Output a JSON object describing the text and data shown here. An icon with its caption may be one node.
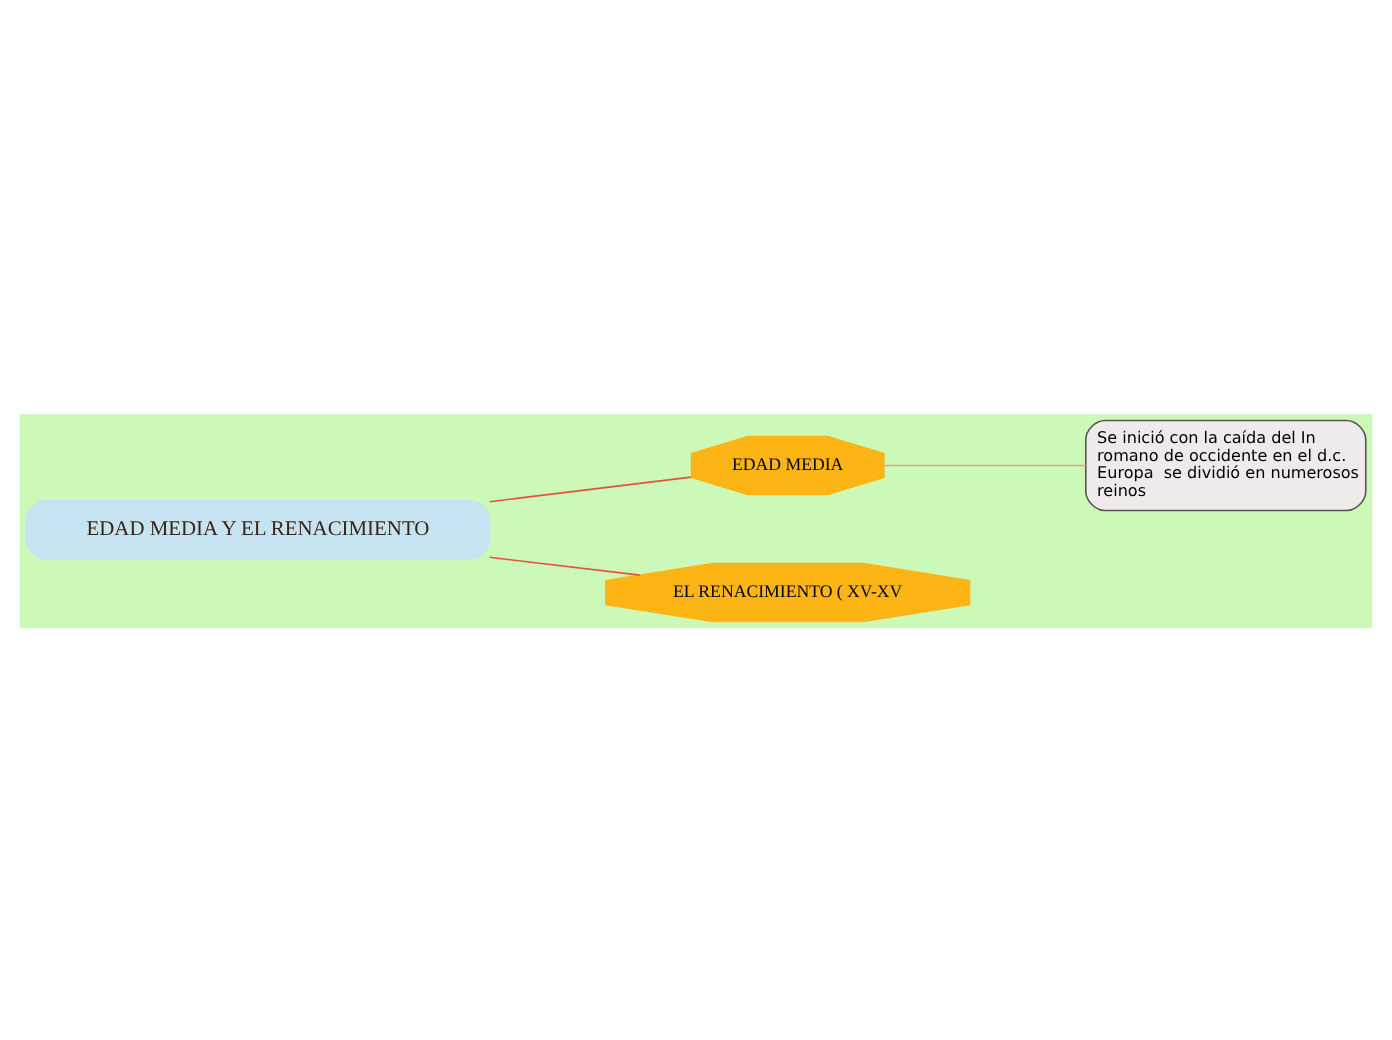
{
  "diagram": {
    "nodes": [
      {
        "text": [
          "EDAD MEDIA Y EL RENACIMIENTO"
        ]
      },
      {
        "text": [
          "EDAD MEDIA"
        ]
      },
      {
        "text": [
          "Se inició con la caída del In romano de occidente en el d.c. Europa  se dividió en numerosos reinos"
        ]
      },
      {
        "text": [
          "EL RENACIMIENTO ( XV-XV"
        ]
      }
    ],
    "edges": [
      {
        "from": 0,
        "to": 1,
        "arrow": "none"
      },
      {
        "from": 1,
        "to": 2,
        "arrow": "none",
        "color": "#f0a080"
      },
      {
        "from": 0,
        "to": 3,
        "arrow": "none"
      }
    ]
  }
}
